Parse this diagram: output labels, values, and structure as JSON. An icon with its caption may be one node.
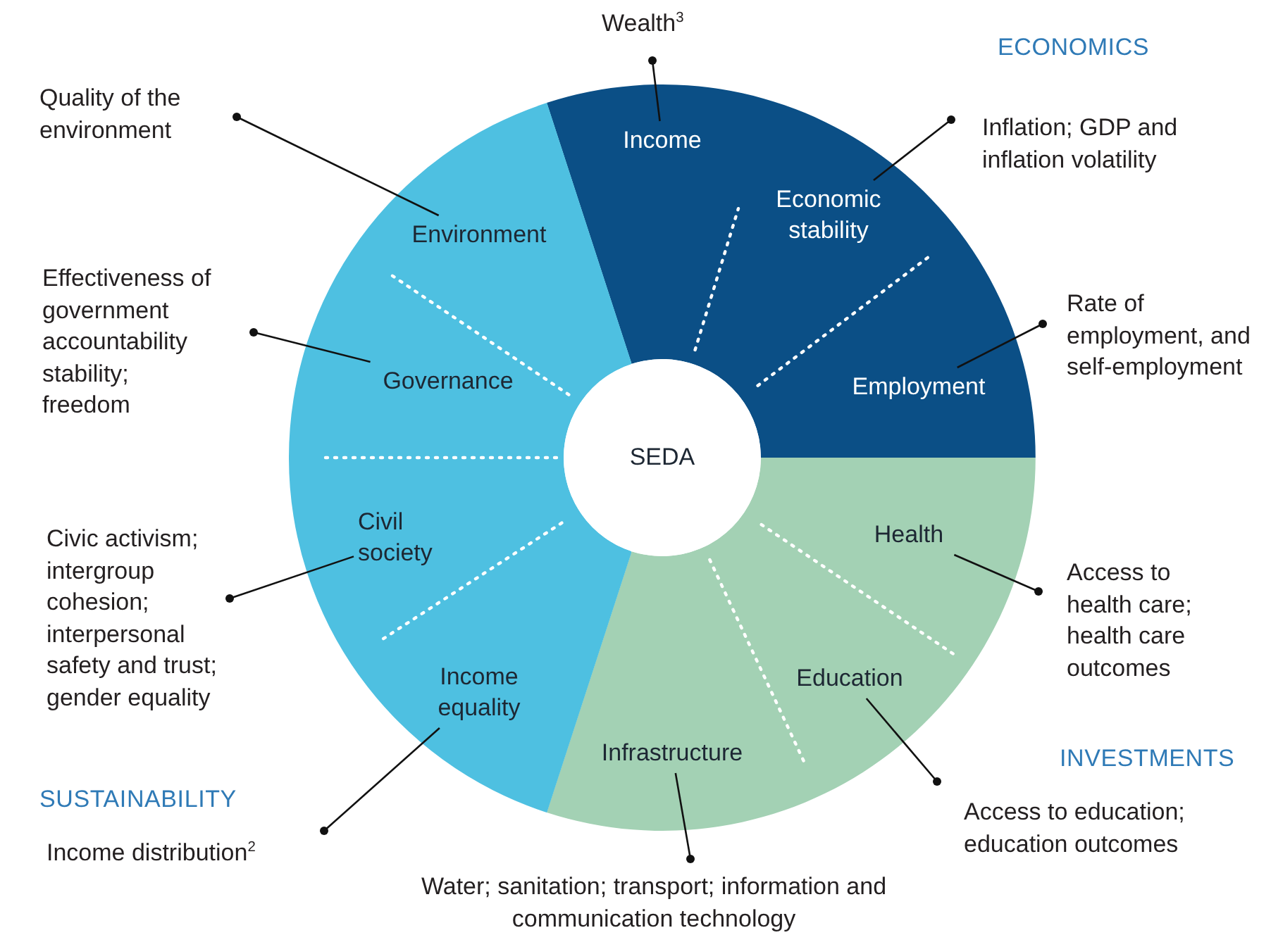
{
  "diagram": {
    "nodes": [
      {
        "text": [
          "SEDA"
        ]
      },
      {
        "text": [],
        "shape": "sector"
      },
      {
        "text": [
          "Income"
        ],
        "in": 1
      },
      {
        "text": [
          "Economic stability"
        ],
        "in": 1
      },
      {
        "text": [
          "Employment"
        ],
        "in": 1
      },
      {
        "text": [],
        "shape": "sector"
      },
      {
        "text": [
          "Health"
        ],
        "in": 5
      },
      {
        "text": [
          "Education"
        ],
        "in": 5
      },
      {
        "text": [
          "Infrastructure"
        ],
        "in": 5
      },
      {
        "text": [],
        "shape": "sector"
      },
      {
        "text": [
          "Income equality"
        ],
        "in": 9
      },
      {
        "text": [
          "Civil society"
        ],
        "in": 9
      },
      {
        "text": [
          "Governance"
        ],
        "in": 9
      },
      {
        "text": [
          "Environment"
        ],
        "in": 9
      },
      {
        "text": [
          "Wealth$^{3}$"
        ]
      },
      {
        "text": [
          "Inflation; GDP and inflation volatility"
        ]
      },
      {
        "text": [
          "Rate of employment, and self-employment"
        ]
      },
      {
        "text": [
          "Access to health care; health care outcomes"
        ]
      },
      {
        "text": [
          "Access to education; education outcomes"
        ]
      },
      {
        "text": [
          "Water; sanitation; transport; information and communication technology"
        ]
      },
      {
        "text": [
          "Income distribution$^{2}$"
        ]
      },
      {
        "text": [
          "Civic activism; intergroup cohesion; interpersonal safety and trust; gender equality"
        ]
      },
      {
        "text": [
          "Effectiveness of government accountability stability; freedom"
        ]
      },
      {
        "text": [
          "Quality of the environment"
        ]
      }
    ],
    "edges": [
      {
        "from": 14,
        "to": 2,
        "arrow": "other"
      },
      {
        "from": 15,
        "to": 3,
        "arrow": "other"
      },
      {
        "from": 16,
        "to": 4,
        "arrow": "other"
      },
      {
        "from": 17,
        "to": 6,
        "arrow": "other"
      },
      {
        "from": 18,
        "to": 7,
        "arrow": "other"
      },
      {
        "from": 19,
        "to": 8,
        "arrow": "other"
      },
      {
        "from": 20,
        "to": 10,
        "arrow": "other"
      },
      {
        "from": 21,
        "to": 11,
        "arrow": "other"
      },
      {
        "from": 22,
        "to": 12,
        "arrow": "other"
      },
      {
        "from": 23,
        "to": 13,
        "arrow": "other"
      }
    ],
    "labels": [
      "ECONOMICS",
      "INVESTMENTS",
      "SUSTAINABILITY"
    ]
  }
}
